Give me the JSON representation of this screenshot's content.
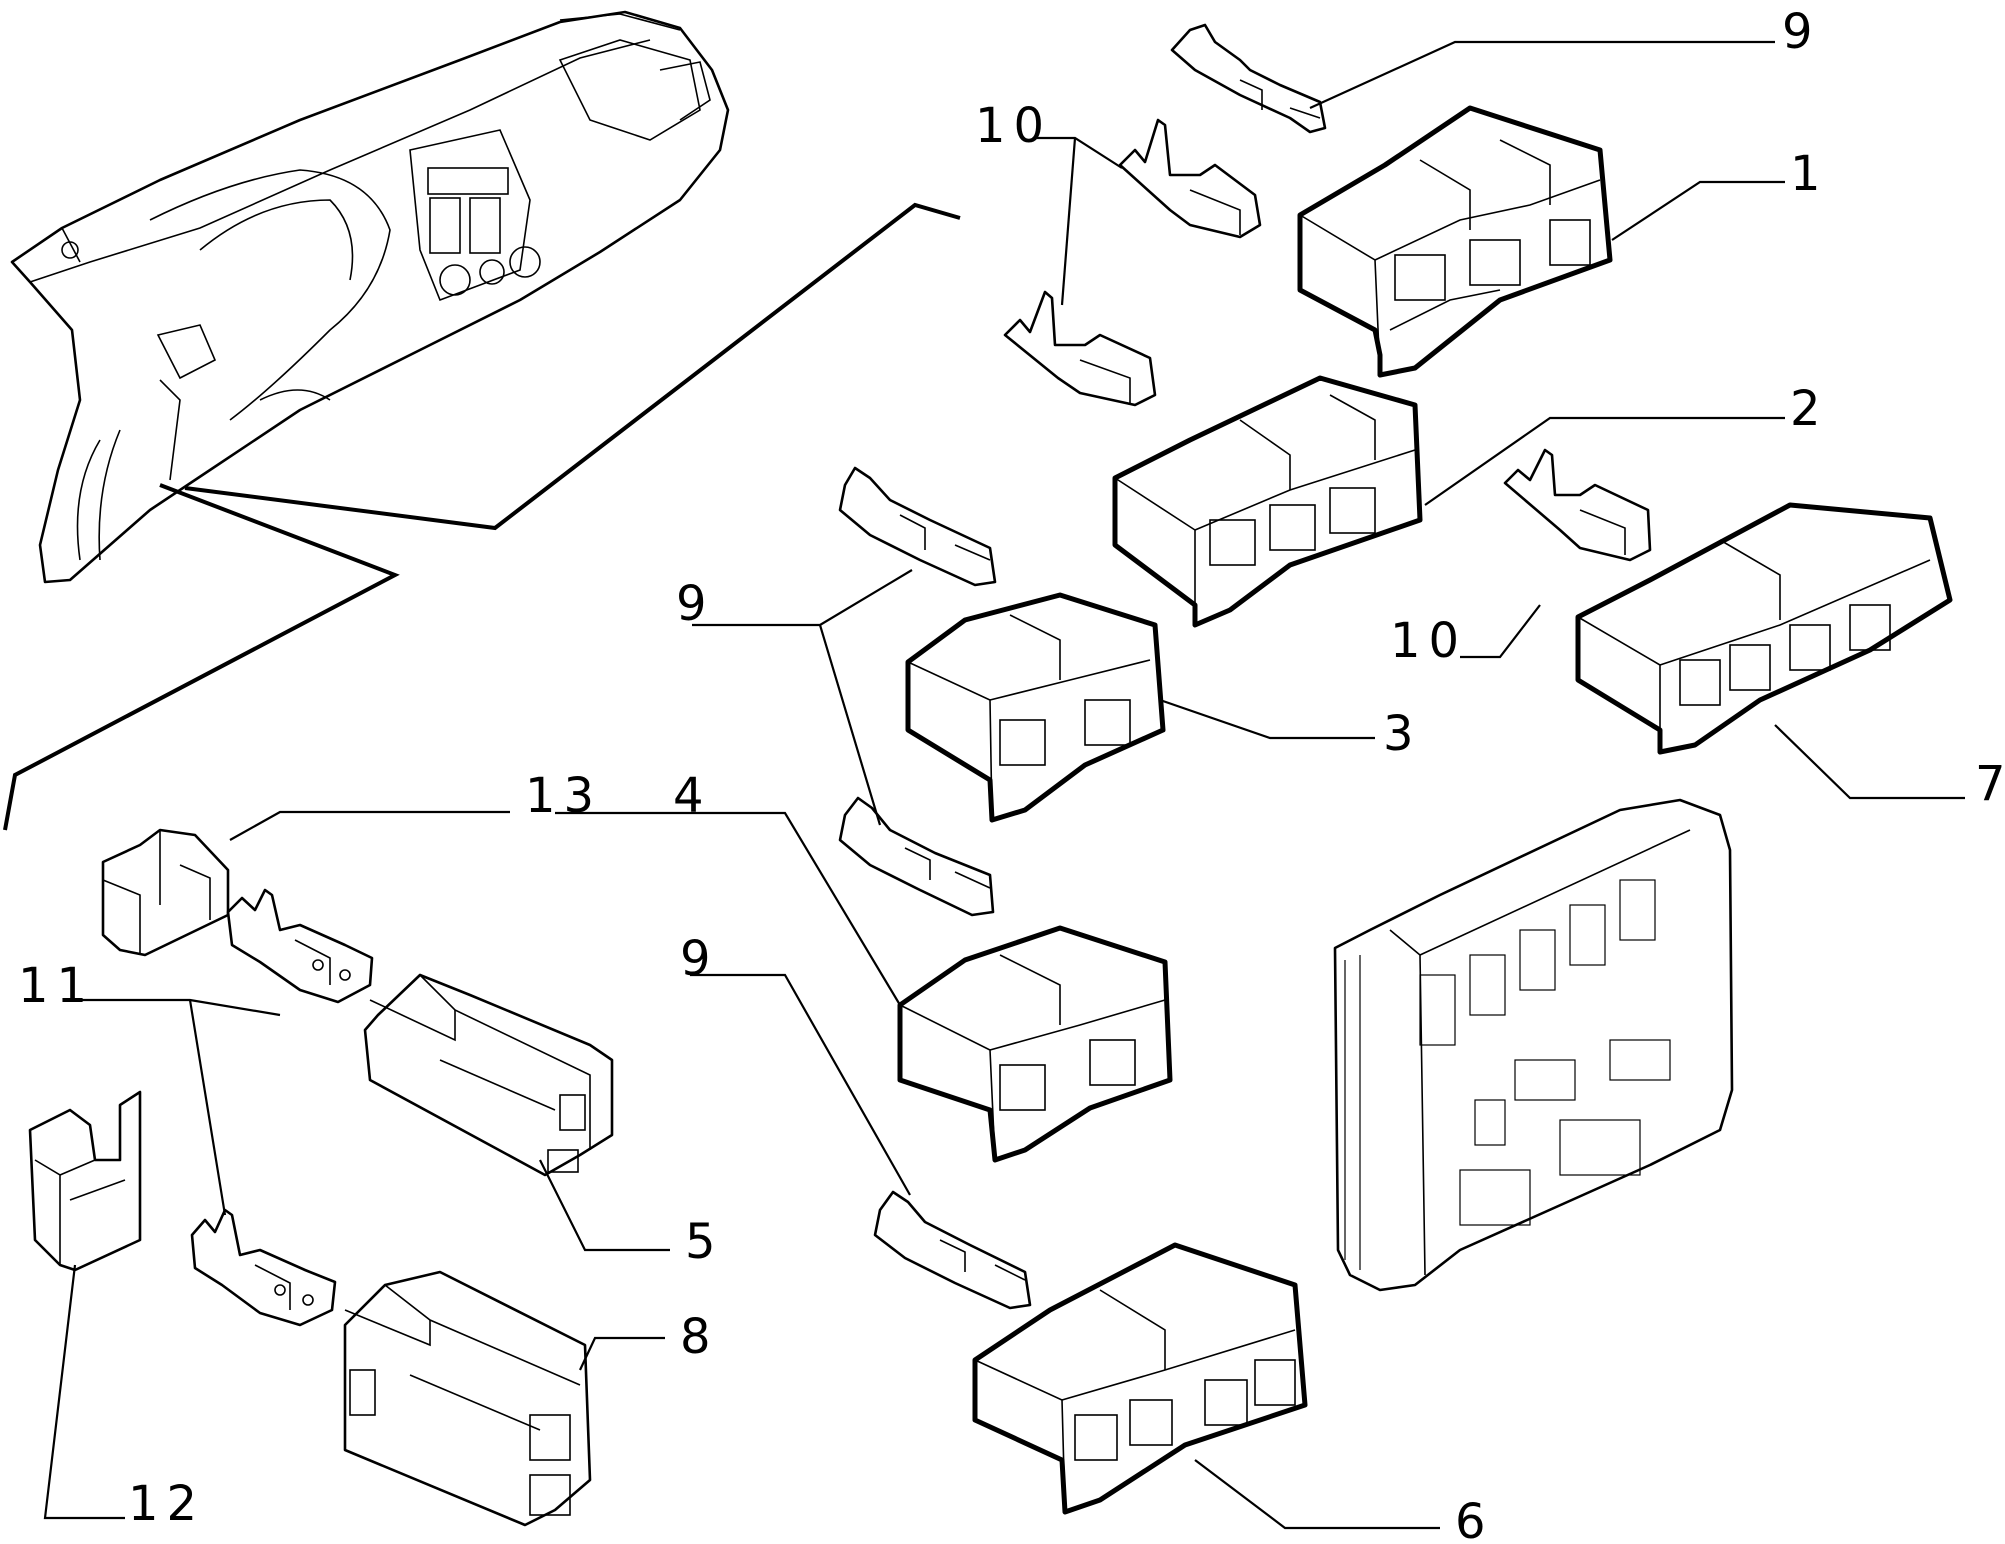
{
  "callouts": {
    "c1": "1",
    "c2": "2",
    "c3": "3",
    "c4": "4",
    "c5": "5",
    "c6": "6",
    "c7": "7",
    "c8": "8",
    "c9_top": "9",
    "c9_mid": "9",
    "c9_low": "9",
    "c10_top": "10",
    "c10_right": "10",
    "c11": "11",
    "c12": "12",
    "c13": "13"
  }
}
